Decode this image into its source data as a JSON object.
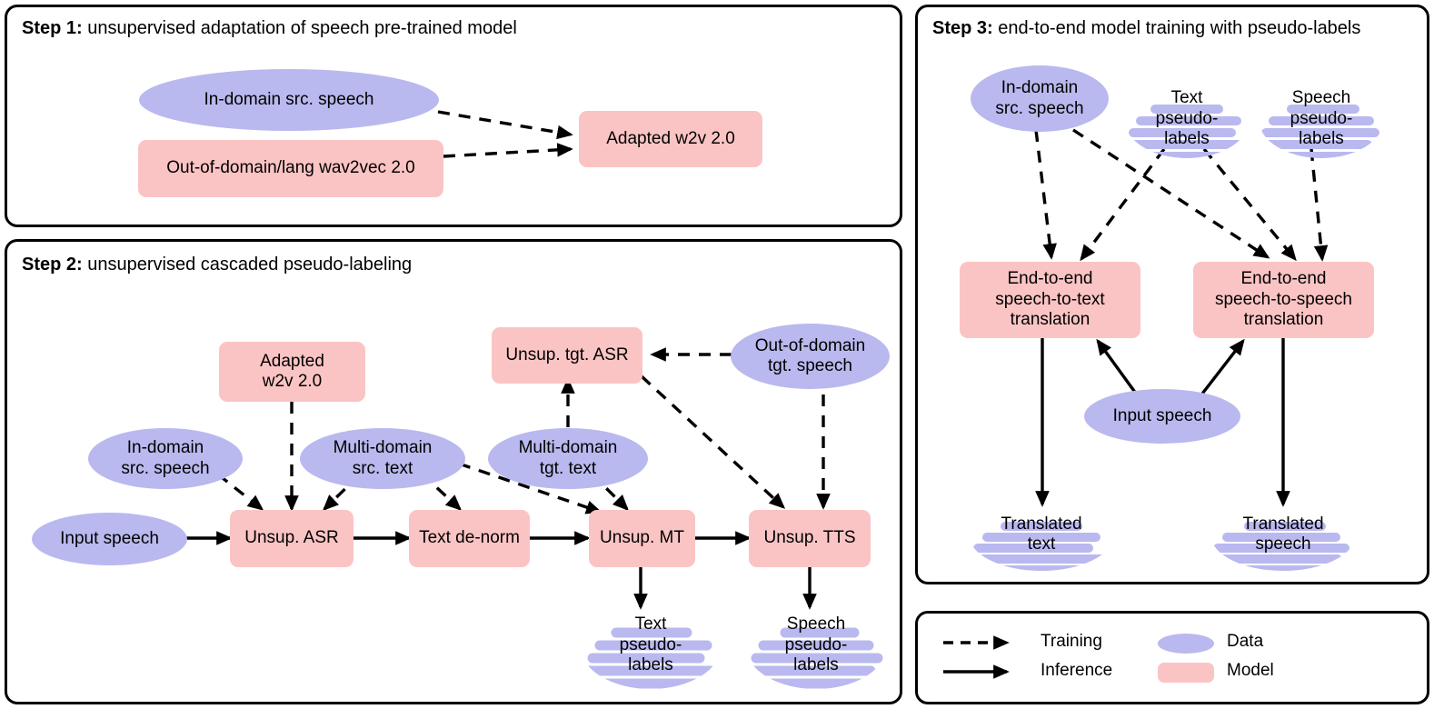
{
  "panels": {
    "step1": {
      "title_bold": "Step 1:",
      "title_rest": " unsupervised adaptation of speech pre-trained model"
    },
    "step2": {
      "title_bold": "Step 2:",
      "title_rest": " unsupervised cascaded pseudo-labeling"
    },
    "step3": {
      "title_bold": "Step 3:",
      "title_rest": " end-to-end model training with pseudo-labels"
    }
  },
  "nodes": {
    "s1_indomain_src_speech": "In-domain src. speech",
    "s1_out_of_domain_wav2vec": "Out-of-domain/lang wav2vec 2.0",
    "s1_adapted_w2v": "Adapted w2v 2.0",
    "s2_adapted_w2v": "Adapted\nw2v 2.0",
    "s2_indomain_src_speech": "In-domain\nsrc. speech",
    "s2_multidomain_src_text": "Multi-domain\nsrc. text",
    "s2_unsup_tgt_asr": "Unsup. tgt. ASR",
    "s2_out_of_domain_tgt_speech": "Out-of-domain\ntgt. speech",
    "s2_multidomain_tgt_text": "Multi-domain\ntgt. text",
    "s2_input_speech": "Input speech",
    "s2_unsup_asr": "Unsup. ASR",
    "s2_text_denorm": "Text de-norm",
    "s2_unsup_mt": "Unsup. MT",
    "s2_unsup_tts": "Unsup. TTS",
    "s2_text_pseudo_labels": "Text\npseudo-\nlabels",
    "s2_speech_pseudo_labels": "Speech\npseudo-\nlabels",
    "s3_indomain_src_speech": "In-domain\nsrc. speech",
    "s3_text_pseudo_labels": "Text\npseudo-\nlabels",
    "s3_speech_pseudo_labels": "Speech\npseudo-\nlabels",
    "s3_e2e_s2t": "End-to-end\nspeech-to-text\ntranslation",
    "s3_e2e_s2s": "End-to-end\nspeech-to-speech\ntranslation",
    "s3_input_speech": "Input speech",
    "s3_translated_text": "Translated\ntext",
    "s3_translated_speech": "Translated\nspeech"
  },
  "legend": {
    "training": "Training",
    "inference": "Inference",
    "data": "Data",
    "model": "Model"
  },
  "colors": {
    "data_fill": "#b9b9ef",
    "model_fill": "#fbc4c4",
    "stroke": "#000000",
    "panel_border": "#000000",
    "background": "#ffffff"
  }
}
